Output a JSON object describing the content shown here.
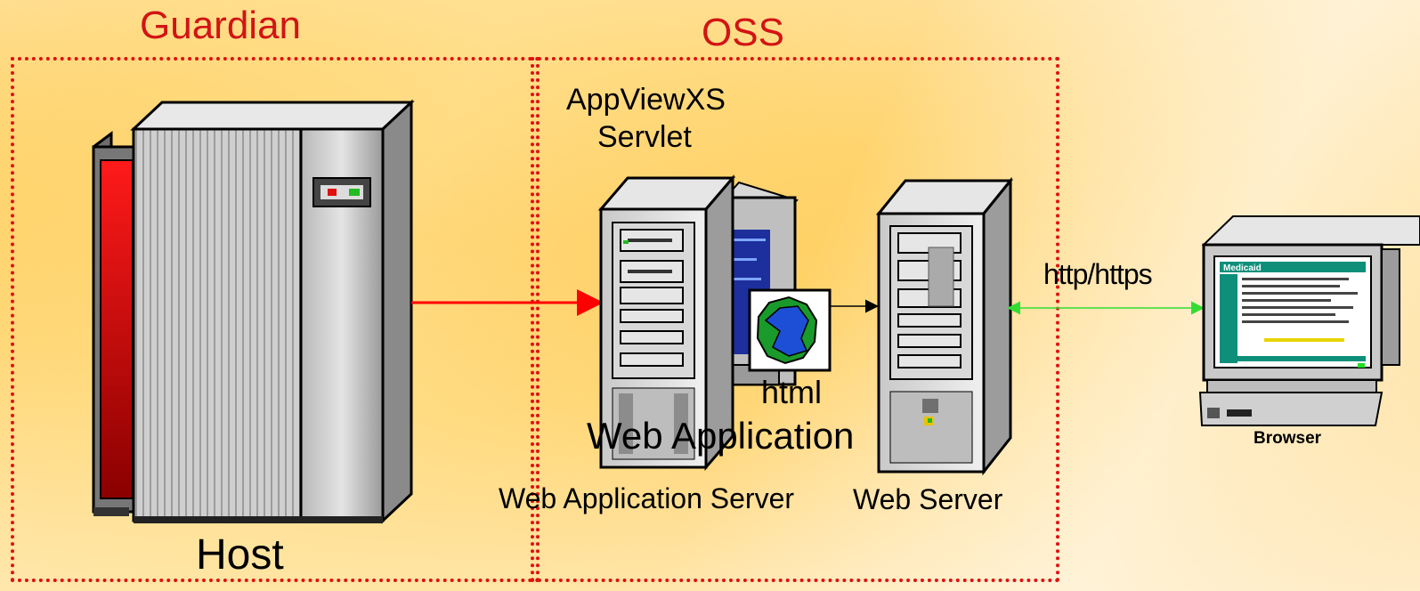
{
  "zones": {
    "guardian": "Guardian",
    "oss": "OSS"
  },
  "labels": {
    "host": "Host",
    "servlet_line1": "AppViewXS",
    "servlet_line2": "Servlet",
    "web_app_server": "Web Application Server",
    "web_server": "Web Server",
    "protocol": "http/https",
    "browser": "Browser",
    "overlap_html": "html",
    "overlap_application": "Web Application",
    "screen_brand": "Medicaid"
  },
  "colors": {
    "zone_border": "#e01010",
    "zone_title": "#d21414",
    "host_arrow": "#ff0000",
    "http_arrow": "#33dd33",
    "screen_green": "#0d8f7a"
  },
  "icons": [
    "host-mainframe-icon",
    "app-server-tower-icon",
    "monitor-icon",
    "globe-icon",
    "web-server-tower-icon",
    "browser-computer-icon"
  ]
}
